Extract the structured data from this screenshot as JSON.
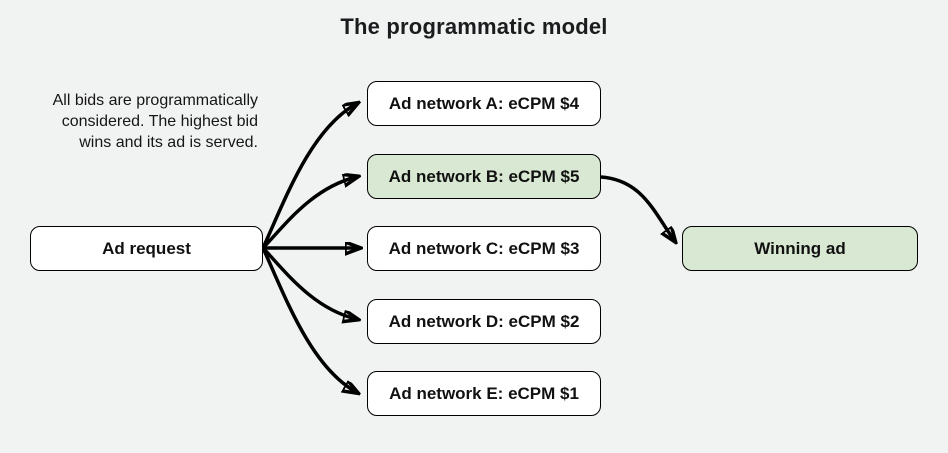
{
  "title": "The programmatic model",
  "annotation": {
    "lines": [
      "All bids are programmatically",
      "considered. The highest bid",
      "wins and its ad is served."
    ]
  },
  "nodes": {
    "ad_request": {
      "label": "Ad request",
      "highlighted": false
    },
    "network_a": {
      "label": "Ad network A: eCPM $4",
      "highlighted": false
    },
    "network_b": {
      "label": "Ad network B: eCPM $5",
      "highlighted": true
    },
    "network_c": {
      "label": "Ad network C: eCPM $3",
      "highlighted": false
    },
    "network_d": {
      "label": "Ad network D: eCPM $2",
      "highlighted": false
    },
    "network_e": {
      "label": "Ad network E: eCPM $1",
      "highlighted": false
    },
    "winning_ad": {
      "label": "Winning ad",
      "highlighted": true
    }
  },
  "edges": [
    {
      "from": "ad_request",
      "to": "network_a"
    },
    {
      "from": "ad_request",
      "to": "network_b"
    },
    {
      "from": "ad_request",
      "to": "network_c"
    },
    {
      "from": "ad_request",
      "to": "network_d"
    },
    {
      "from": "ad_request",
      "to": "network_e"
    },
    {
      "from": "network_b",
      "to": "winning_ad"
    }
  ],
  "colors": {
    "background": "#f1f2f2",
    "node_fill": "#ffffff",
    "highlight_fill": "#d8e8d2",
    "border": "#000000",
    "arrow": "#000000",
    "text": "#1b1c1d"
  }
}
